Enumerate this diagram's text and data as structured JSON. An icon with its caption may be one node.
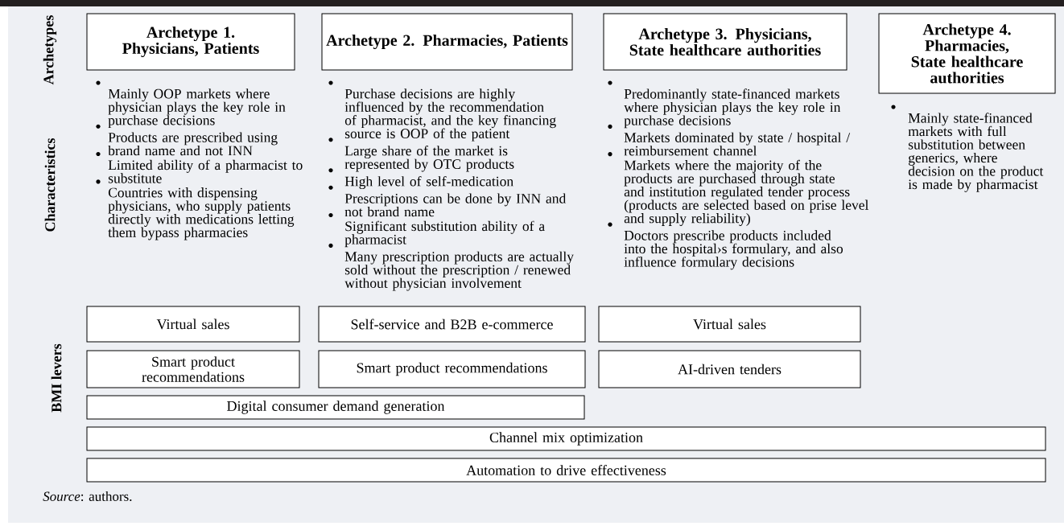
{
  "diagram": {
    "nodes": [
      {
        "text": [
          "Archetype 1. Physicians, Patients"
        ]
      },
      {
        "text": [
          "Archetype 2. Pharmacies, Patients"
        ]
      },
      {
        "text": [
          "Archetype 3. Physicians, State healthcare authorities"
        ]
      },
      {
        "text": [
          "Archetype 4. Pharmacies, State healthcare authorities"
        ]
      },
      {
        "text": [
          "Virtual sales"
        ]
      },
      {
        "text": [
          "Self-service and B2B e-commerce"
        ]
      },
      {
        "text": [
          "Virtual sales"
        ]
      },
      {
        "text": [
          "Smart product recommendations"
        ]
      },
      {
        "text": [
          "Smart product recommendations"
        ]
      },
      {
        "text": [
          "AI-driven tenders"
        ]
      },
      {
        "text": [
          "Digital consumer demand generation"
        ]
      },
      {
        "text": [
          "Channel mix optimization"
        ]
      },
      {
        "text": [
          "Automation to drive effectiveness"
        ]
      }
    ],
    "labels": [
      "Archetypes",
      "Characteristics",
      "BMI levers",
      "Mainly OOP markets where physician plays the key role in purchase decisions",
      "Products are prescribed using brand name and not INN",
      "Limited ability of a pharmacist to substitute",
      "Countries with dispensing physicians, who supply patients directly with medications letting them bypass pharmacies",
      "Purchase decisions are highly influenced by the recommendation of pharmacist, and the key financing source is OOP of the patient",
      "Large share of the market is represented by OTC products",
      "High level of self-medication",
      "Prescriptions can be done by INN and not brand name",
      "Significant substitution ability of a pharmacist",
      "Many prescription products are actually sold without the prescription / renewed without physician involvement",
      "Predominantly state-financed markets where physician plays the key role in purchase decisions",
      "Markets dominated by state / hospital / reimbursement channel",
      "Markets where the majority of the products are purchased through state and institution regulated tender process (products are selected based on prise level and supply reliability)",
      "Doctors prescribe products included into the hospital›s formulary, and also influence formulary decisions",
      "Mainly state-financed markets with full substitution between generics, where decision on the product is made by pharmacist"
    ],
    "caption": "*Source*: authors."
  }
}
